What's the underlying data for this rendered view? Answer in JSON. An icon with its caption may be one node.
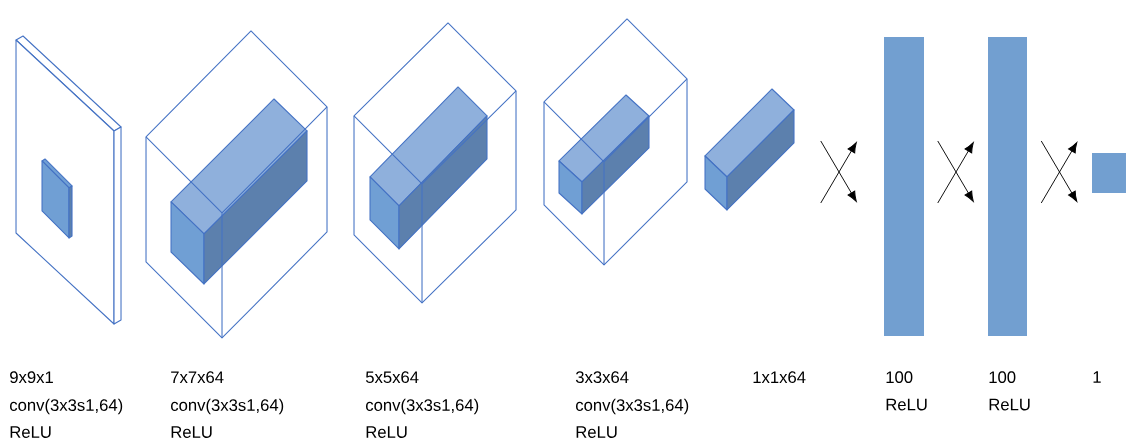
{
  "diagram": {
    "nodes": [
      {
        "text": [],
        "shape": "box"
      },
      {
        "text": [],
        "shape": "box"
      },
      {
        "text": [],
        "shape": "box"
      },
      {
        "text": [],
        "shape": "box"
      },
      {
        "text": [],
        "shape": "box"
      },
      {
        "text": [],
        "shape": "bar"
      },
      {
        "text": [],
        "shape": "bar"
      },
      {
        "text": [],
        "shape": "box"
      }
    ],
    "edges": [
      {
        "from": 4,
        "to": 5,
        "arrow": "to"
      },
      {
        "from": 5,
        "to": 6,
        "arrow": "to"
      },
      {
        "from": 6,
        "to": 7,
        "arrow": "to"
      }
    ],
    "labels": [
      "9x9x1",
      "7x7x64",
      "5x5x64",
      "3x3x64",
      "1x1x64",
      "100",
      "100",
      "1",
      "conv(3x3s1,64)",
      "conv(3x3s1,64)",
      "conv(3x3s1,64)",
      "conv(3x3s1,64)",
      "ReLU",
      "ReLU",
      "ReLU",
      "ReLU",
      "ReLU",
      "ReLU"
    ]
  }
}
